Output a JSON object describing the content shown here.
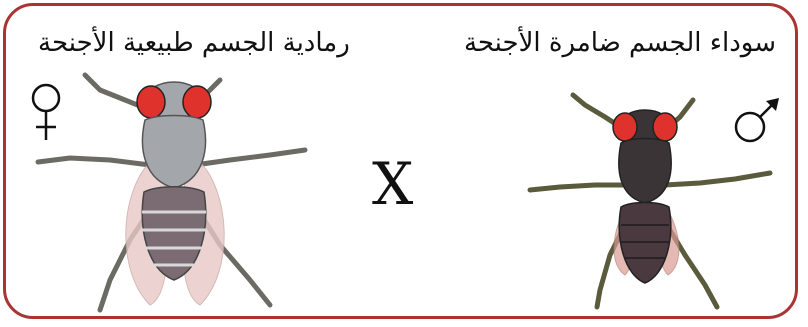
{
  "female": {
    "label": "رمادية الجسم طبيعية الأجنحة",
    "symbol": "female-symbol-icon",
    "body_color": "#a3a6ab",
    "abdomen_color": "#7b6c74",
    "eye_color": "#e0322c",
    "wing_color": "#e8c9c6"
  },
  "male": {
    "label": "سوداء الجسم ضامرة الأجنحة",
    "symbol": "male-symbol-icon",
    "body_color": "#3b3437",
    "abdomen_color": "#4a3a3f",
    "eye_color": "#e0322c",
    "wing_color": "#d99c94"
  },
  "cross_symbol": "X",
  "frame_color": "#aa3333"
}
